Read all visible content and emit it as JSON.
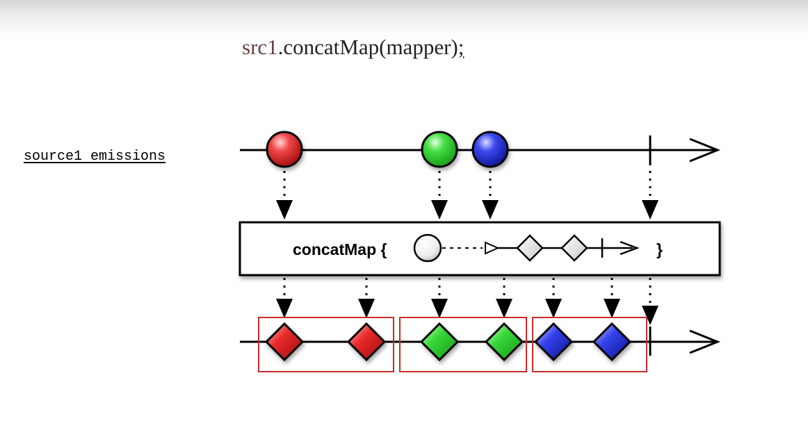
{
  "header": {
    "code_receiver": "src1",
    "code_method": ".concatMap(mapper)",
    "code_terminator": ";"
  },
  "source_label": "source1 emissions",
  "operator": {
    "label": "concatMap {",
    "closing_brace": "}"
  },
  "colors": {
    "red": "#e62020",
    "green": "#2fcf2f",
    "blue": "#2a36e6",
    "group_box": "#c92a2a",
    "line": "#000000"
  },
  "source_emissions": [
    {
      "color": "red"
    },
    {
      "color": "green"
    },
    {
      "color": "blue"
    }
  ],
  "output_groups": [
    {
      "color": "red",
      "items": 2
    },
    {
      "color": "green",
      "items": 2
    },
    {
      "color": "blue",
      "items": 2
    }
  ]
}
